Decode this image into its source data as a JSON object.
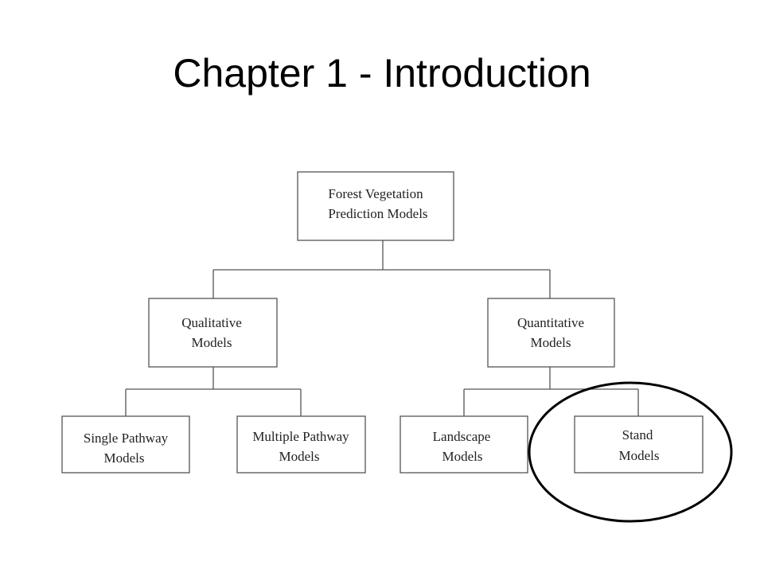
{
  "slide": {
    "title": "Chapter 1 - Introduction"
  },
  "diagram": {
    "root": {
      "line1": "Forest Vegetation",
      "line2": "Prediction Models"
    },
    "qualitative": {
      "line1": "Qualitative",
      "line2": "Models"
    },
    "quantitative": {
      "line1": "Quantitative",
      "line2": "Models"
    },
    "single_pathway": {
      "line1": "Single Pathway",
      "line2": "Models"
    },
    "multiple_pathway": {
      "line1": "Multiple Pathway",
      "line2": "Models"
    },
    "landscape": {
      "line1": "Landscape",
      "line2": "Models"
    },
    "stand": {
      "line1": "Stand",
      "line2": "Models"
    },
    "highlighted_node": "stand"
  }
}
